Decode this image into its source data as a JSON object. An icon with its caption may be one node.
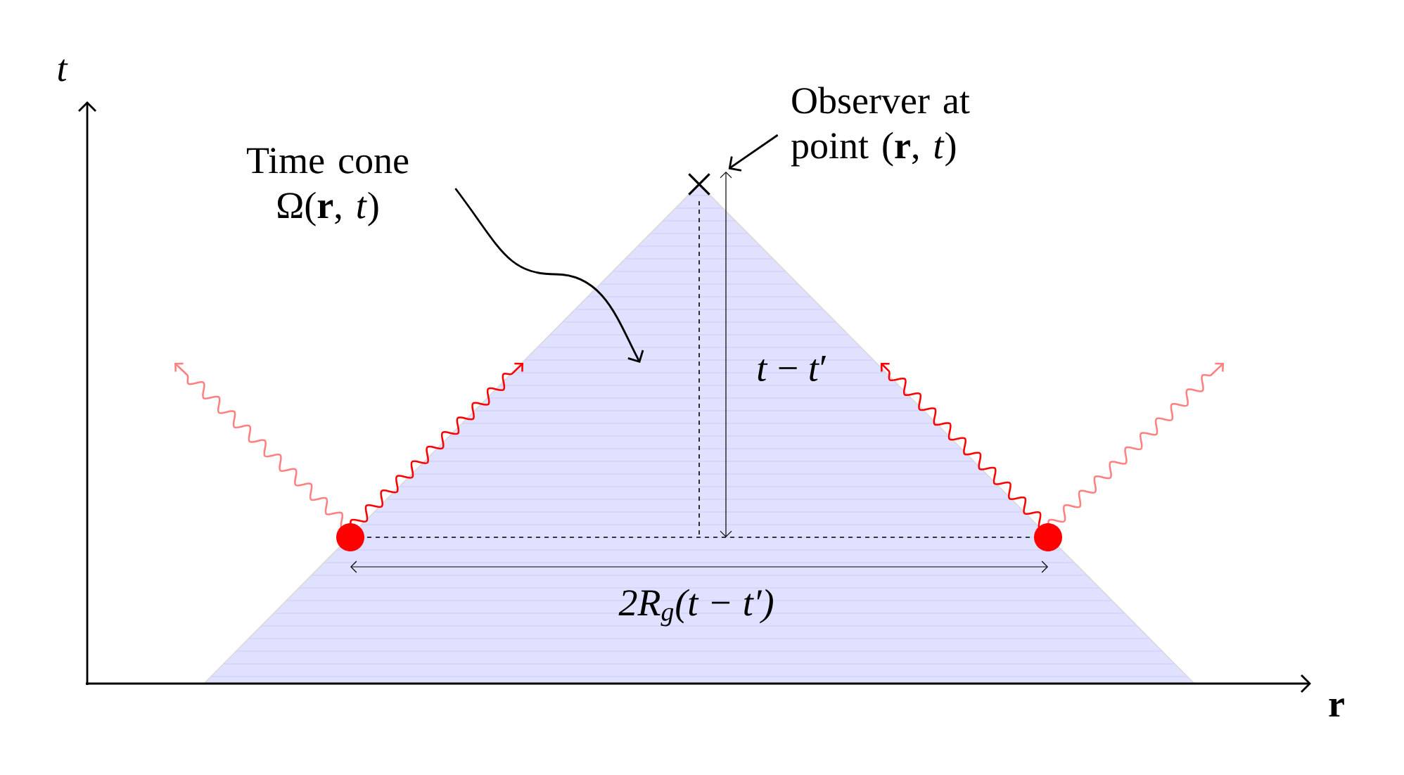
{
  "diagram": {
    "nodes": [
      {
        "text": [
          "Time cone Ω(**r**, *t*)"
        ]
      },
      {
        "text": [],
        "shape": "triangle"
      },
      {
        "text": [
          "Observer at point (**r**, *t*)"
        ]
      },
      {
        "text": [],
        "shape": "cross"
      }
    ],
    "edges": [
      {
        "from": 0,
        "to": 1,
        "arrow": "to"
      },
      {
        "from": 2,
        "to": 3,
        "arrow": "to"
      }
    ],
    "labels": [
      "t",
      "*t* − *t*′",
      "2R$_{g}$(t − t′)",
      "r"
    ]
  }
}
